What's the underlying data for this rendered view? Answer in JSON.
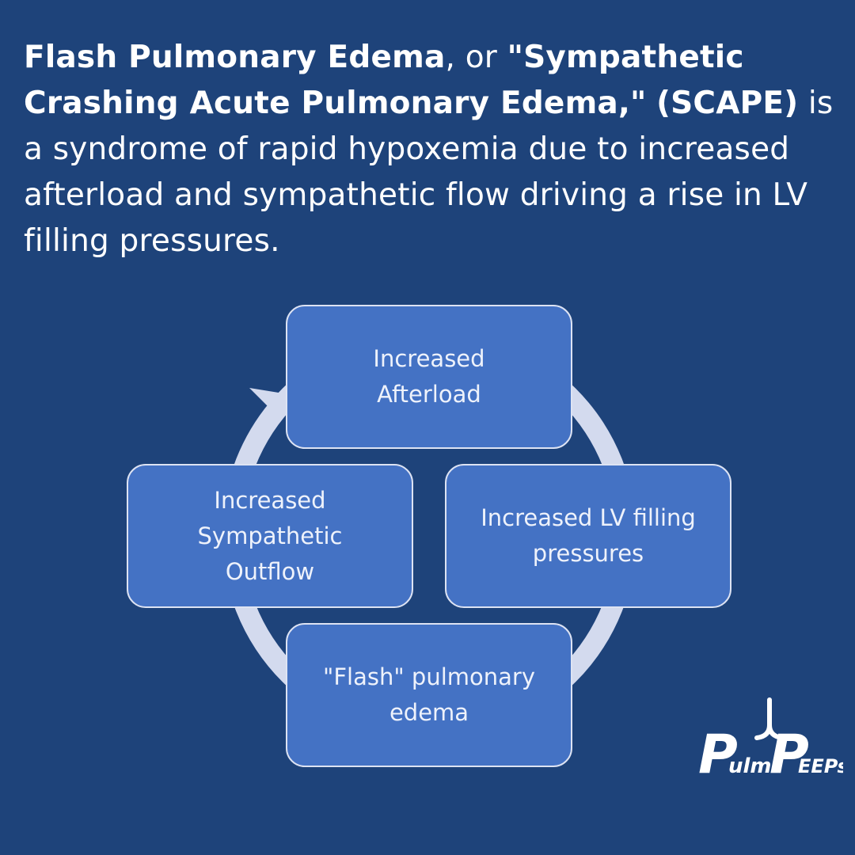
{
  "headline": {
    "bold_1": "Flash Pulmonary Edema",
    "plain_1": ", or ",
    "bold_2": "\"Sympathetic Crashing Acute Pulmonary Edema,\"",
    "plain_2": " ",
    "bold_3": "(SCAPE)",
    "plain_3": " is a syndrome of rapid hypoxemia due to increased afterload and sympathetic flow driving a rise in LV filling pressures."
  },
  "diagram": {
    "nodes": [
      {
        "id": "afterload",
        "lines": [
          "Increased",
          "Afterload"
        ]
      },
      {
        "id": "lv-filling",
        "lines": [
          "Increased LV filling",
          "pressures"
        ]
      },
      {
        "id": "flash-edema",
        "lines": [
          "\"Flash\" pulmonary",
          "edema"
        ]
      },
      {
        "id": "sympathetic",
        "lines": [
          "Increased",
          "Sympathetic",
          "Outflow"
        ]
      }
    ],
    "ring_color": "#d3daee",
    "node_color": "#4472c4"
  },
  "logo": {
    "text_a": "P",
    "text_b": "ulm",
    "text_c": "P",
    "text_d": "EEPs"
  },
  "colors": {
    "background": "#1e437a",
    "text": "#ffffff"
  }
}
